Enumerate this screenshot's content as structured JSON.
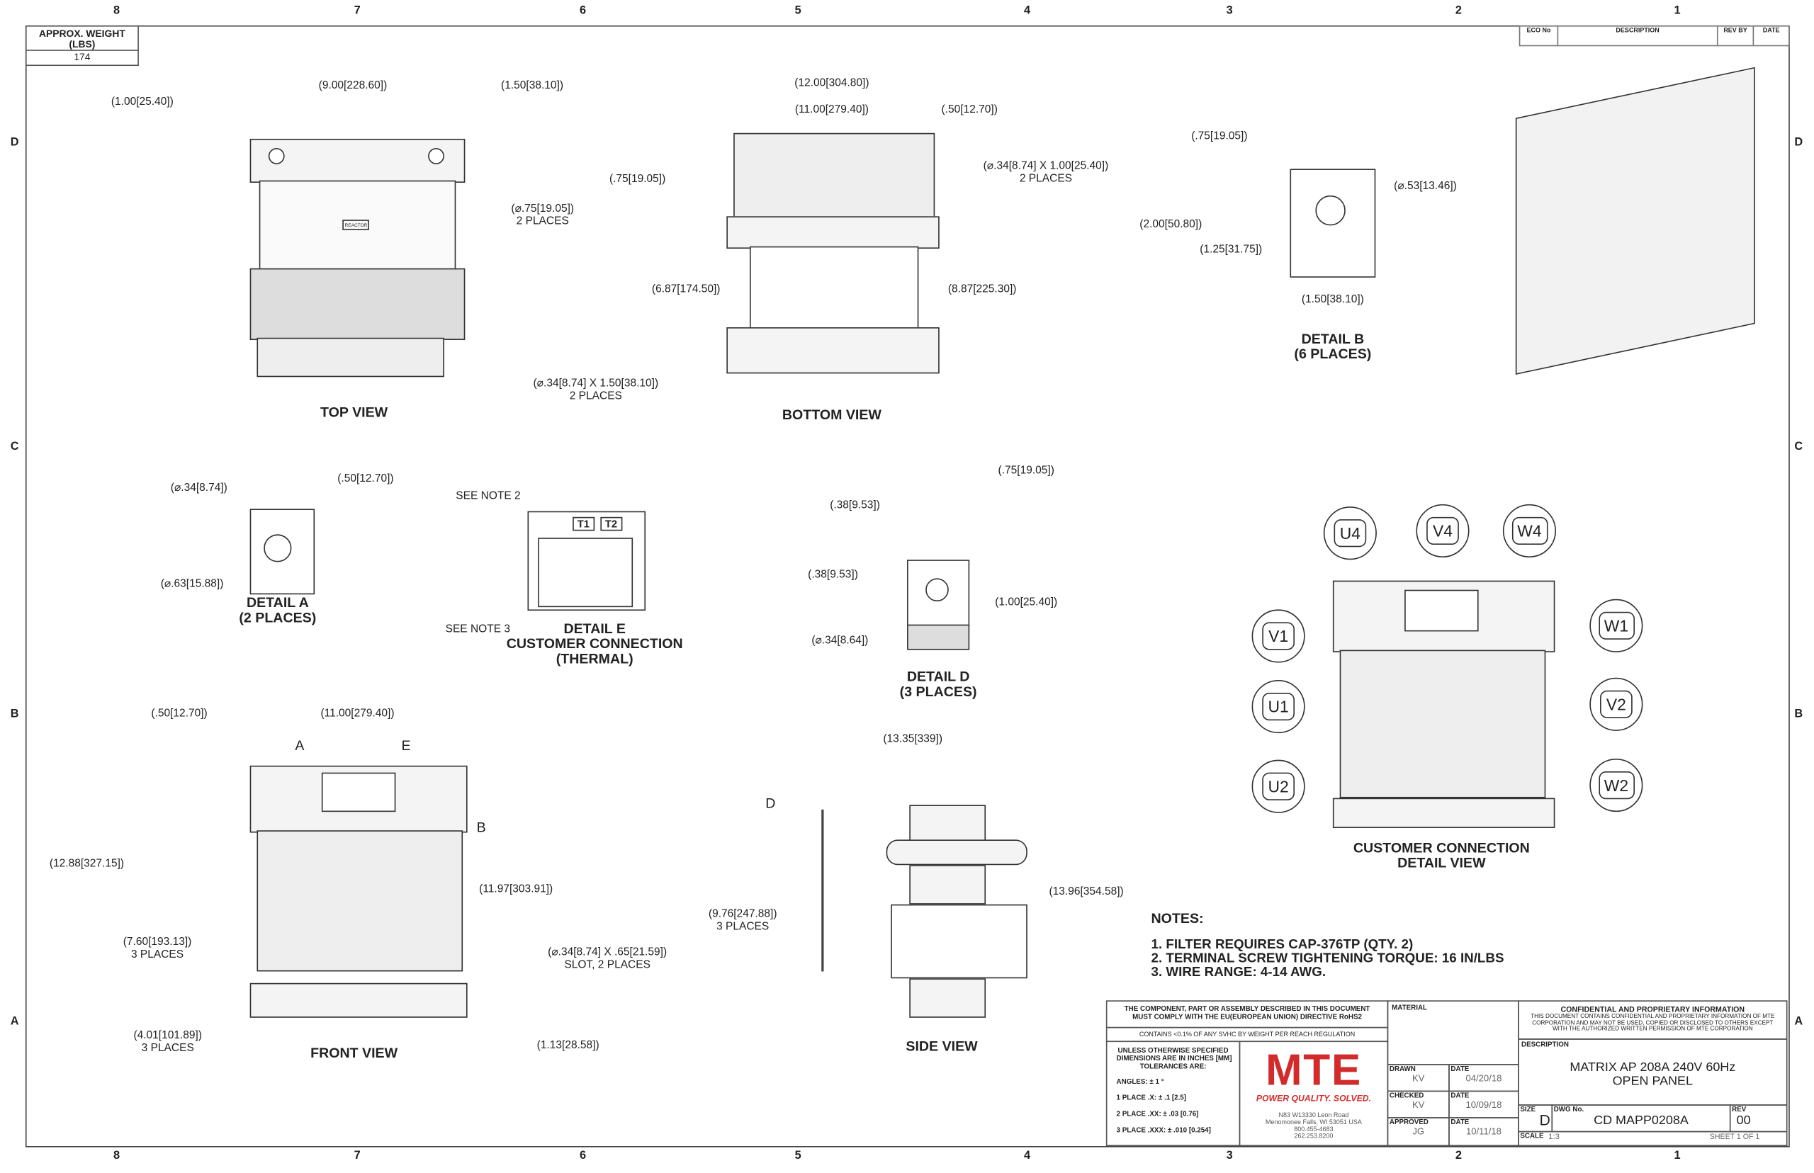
{
  "zones": {
    "columns": [
      "8",
      "7",
      "6",
      "5",
      "4",
      "3",
      "2",
      "1"
    ],
    "rows": [
      "D",
      "C",
      "B",
      "A"
    ]
  },
  "weight": {
    "label": "APPROX. WEIGHT\n(LBS)",
    "value": "174"
  },
  "revision_table": {
    "headers": [
      "ECO No",
      "DESCRIPTION",
      "REV BY",
      "DATE"
    ]
  },
  "views": {
    "top": "TOP VIEW",
    "bottom": "BOTTOM VIEW",
    "detail_b": "DETAIL B\n(6 PLACES)",
    "detail_a": "DETAIL A\n(2 PLACES)",
    "detail_e": "DETAIL E\nCUSTOMER CONNECTION\n(THERMAL)",
    "detail_d": "DETAIL D\n(3 PLACES)",
    "customer": "CUSTOMER CONNECTION\nDETAIL VIEW",
    "front": "FRONT VIEW",
    "side": "SIDE VIEW"
  },
  "part_labels": {
    "reactor": "REACTOR",
    "t1": "T1",
    "t2": "T2"
  },
  "dims": [
    "(1.00[25.40])",
    "(9.00[228.60])",
    "(1.50[38.10])",
    "(⌀.75[19.05])\n2 PLACES",
    "(12.00[304.80])",
    "(11.00[279.40])",
    "(.50[12.70])",
    "(⌀.34[8.74] X 1.00[25.40])\n2 PLACES",
    "(.75[19.05])",
    "(6.87[174.50])",
    "(8.87[225.30])",
    "(⌀.34[8.74] X 1.50[38.10])\n2 PLACES",
    "(.75[19.05])",
    "(⌀.53[13.46])",
    "(2.00[50.80])",
    "(1.25[31.75])",
    "(1.50[38.10])",
    "(⌀.34[8.74])",
    "(.50[12.70])",
    "(⌀.63[15.88])",
    "SEE NOTE 2",
    "SEE NOTE 3",
    "(.75[19.05])",
    "(.38[9.53])",
    "(.38[9.53])",
    "(1.00[25.40])",
    "(⌀.34[8.64])",
    "(.50[12.70])",
    "(11.00[279.40])",
    "A",
    "E",
    "B",
    "(12.88[327.15])",
    "(11.97[303.91])",
    "(7.60[193.13])\n3 PLACES",
    "(⌀.34[8.74] X .65[21.59])\nSLOT, 2 PLACES",
    "(4.01[101.89])\n3 PLACES",
    "(1.13[28.58])",
    "(13.35[339])",
    "D",
    "(9.76[247.88])\n3 PLACES",
    "(13.96[354.58])"
  ],
  "terminals": [
    "U4",
    "V4",
    "W4",
    "V1",
    "W1",
    "U1",
    "V2",
    "U2",
    "W2"
  ],
  "notes": {
    "title": "NOTES:",
    "items": [
      "1.  FILTER REQUIRES CAP-376TP (QTY. 2)",
      "2.  TERMINAL SCREW TIGHTENING TORQUE: 16 IN/LBS",
      "3.  WIRE RANGE: 4-14 AWG."
    ]
  },
  "title_block": {
    "rohs": "THE COMPONENT, PART OR ASSEMBLY DESCRIBED IN THIS DOCUMENT\nMUST COMPLY WITH THE EU(EUROPEAN UNION) DIRECTIVE RoHS2",
    "reach": "CONTAINS <0.1% OF ANY SVHC BY WEIGHT PER REACH REGULATION",
    "tolerances": [
      "UNLESS OTHERWISE SPECIFIED\nDIMENSIONS ARE IN INCHES [MM]\nTOLERANCES ARE:",
      "ANGLES: ± 1 °",
      "1 PLACE .X: ± .1 [2.5]",
      "2 PLACE .XX: ± .03 [0.76]",
      "3 PLACE .XXX: ± .010 [0.254]"
    ],
    "logo": "MTE",
    "tagline": "POWER QUALITY. SOLVED.",
    "address": "N83 W13330 Leon Road\nMenomonee Falls, WI 53051 USA\n800.455-4683\n262.253.8200",
    "material_label": "MATERIAL",
    "drawn_label": "DRAWN",
    "drawn": "KV",
    "drawn_date": "04/20/18",
    "checked_label": "CHECKED",
    "checked": "KV",
    "checked_date": "10/09/18",
    "approved_label": "APPROVED",
    "approved": "JG",
    "approved_date": "10/11/18",
    "date_label": "DATE",
    "confidential_title": "CONFIDENTIAL AND PROPRIETARY INFORMATION",
    "confidential_text": "THIS DOCUMENT CONTAINS CONFIDENTIAL AND PROPRIETARY INFORMATION OF MTE\nCORPORATION AND MAY NOT BE USED, COPIED OR DISCLOSED TO OTHERS EXCEPT\nWITH THE AUTHORIZED WRITTEN PERMISSION OF MTE CORPORATION",
    "description_label": "DESCRIPTION",
    "description": "MATRIX AP 208A 240V 60Hz\nOPEN PANEL",
    "size_label": "SIZE",
    "size": "D",
    "dwg_label": "DWG No.",
    "dwg": "CD MAPP0208A",
    "rev_label": "REV",
    "rev": "00",
    "scale_label": "SCALE",
    "scale": "1:3",
    "sheet": "SHEET 1  OF 1"
  },
  "colors": {
    "brand": "#d22b2b",
    "line": "#333333"
  }
}
